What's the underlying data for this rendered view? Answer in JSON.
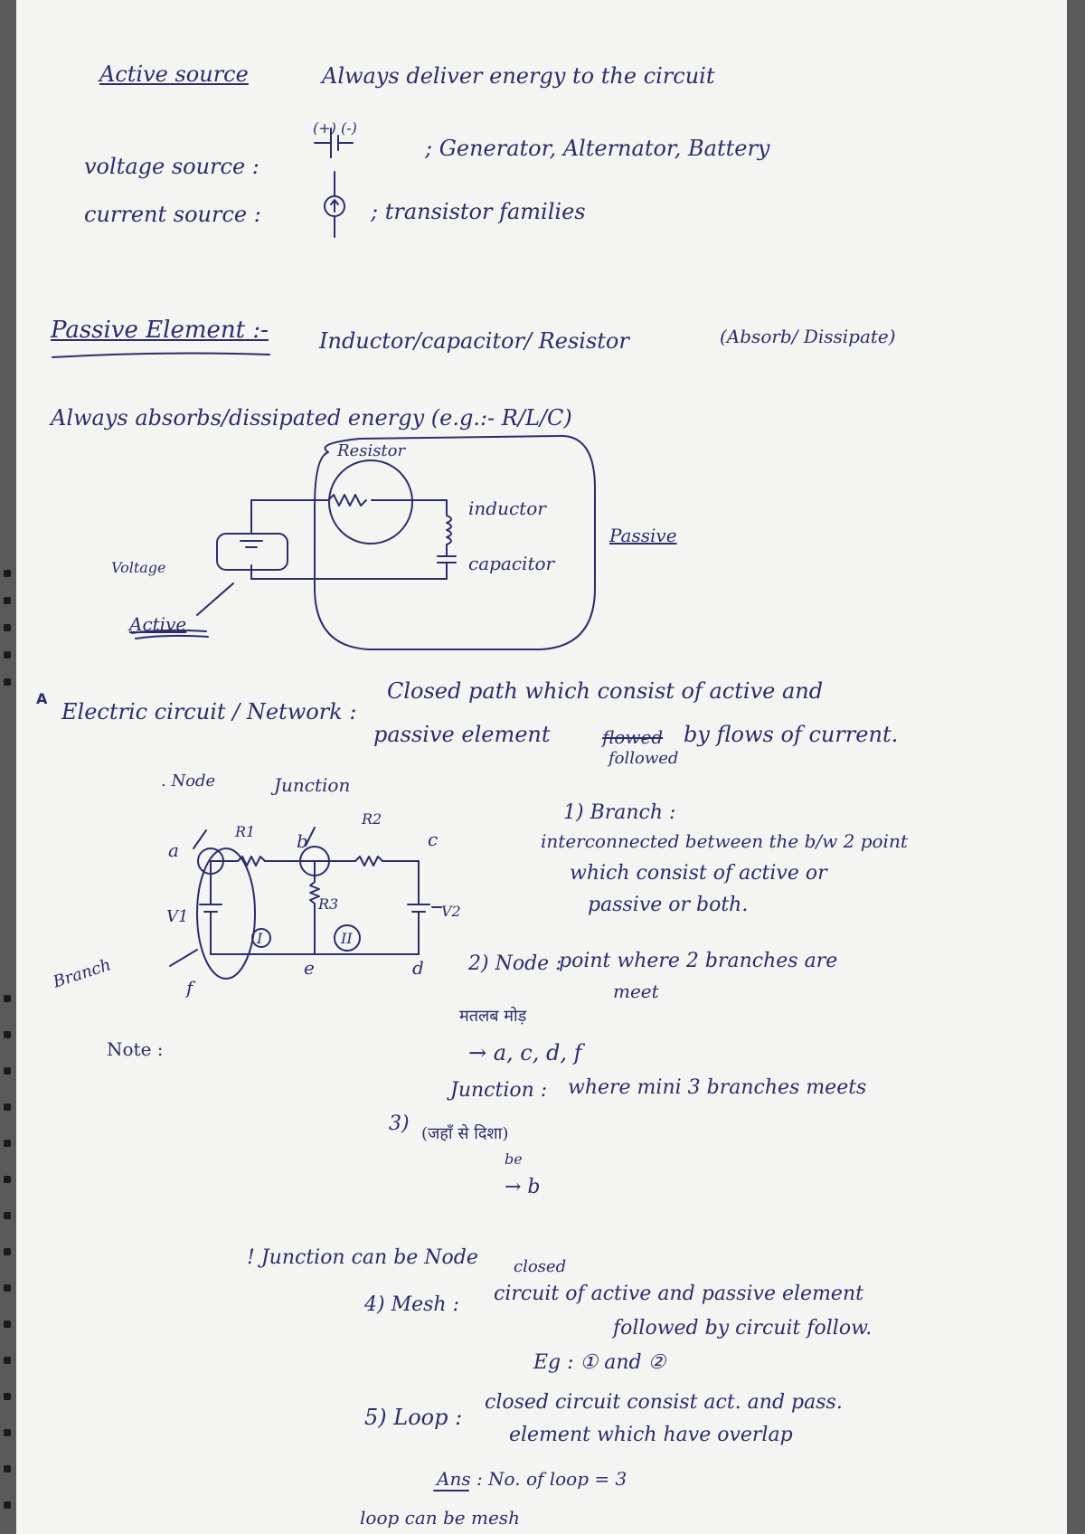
{
  "active": {
    "title": "Active source",
    "desc": "Always deliver energy to the circuit",
    "voltage_label": "voltage source :",
    "voltage_polarity": "(+) (-)",
    "voltage_examples": "; Generator, Alternator, Battery",
    "current_label": "current source :",
    "current_examples": "; transistor families"
  },
  "passive": {
    "title": "Passive Element :-",
    "list": "Inductor/capacitor/ Resistor",
    "note": "(Absorb/ Dissipate)",
    "desc": "Always absorbs/dissipated energy (e.g.:- R/L/C)",
    "diagram": {
      "resistor": "Resistor",
      "inductor": "inductor",
      "capacitor": "capacitor",
      "voltage": "Voltage",
      "active": "Active",
      "passive": "Passive"
    }
  },
  "network": {
    "marker": "A",
    "title": "Electric circuit / Network :",
    "def_line1": "Closed path which consist of active and",
    "def_line2a": "passive element",
    "def_struck": "flowed",
    "def_line2b": "by flows of current.",
    "def_insert": "followed",
    "labels": {
      "node": ". Node",
      "junction": "Junction",
      "a": "a",
      "b": "b",
      "c": "c",
      "d": "d",
      "e": "e",
      "f": "f",
      "r1": "R1",
      "r2": "R2",
      "r3": "R3",
      "v1": "V1",
      "v2": "V2",
      "mesh1": "I",
      "mesh2": "II",
      "branch": "Branch",
      "note": "Note :"
    }
  },
  "terms": {
    "branch_title": "1) Branch :",
    "branch_l1": "interconnected between the b/w 2 point",
    "branch_l2": "which consist of active or",
    "branch_l3": "passive or both.",
    "node_title": "2) Node :",
    "node_def": "point where 2 branches are",
    "node_def2": "meet",
    "node_hindi": "मतलब मोड़",
    "node_answer": "→ a, c, d, f",
    "junction_title": "Junction :",
    "junction_def": "where mini 3 branches meets",
    "junction_num": "3)",
    "junction_hindi": "(जहाँ से दिशा)",
    "junction_note": "be",
    "junction_answer": "→ b",
    "junction_node": "! Junction can be Node",
    "mesh_title": "4) Mesh :",
    "mesh_insert": "closed",
    "mesh_l1": "circuit of active and passive element",
    "mesh_l2": "followed by circuit follow.",
    "mesh_eg": "Eg : ① and ②",
    "loop_title": "5) Loop :",
    "loop_l1": "closed circuit consist act. and pass.",
    "loop_l2": "element which have overlap",
    "loop_ans": "Ans : No. of loop = 3",
    "loop_mesh": "loop can be mesh"
  }
}
